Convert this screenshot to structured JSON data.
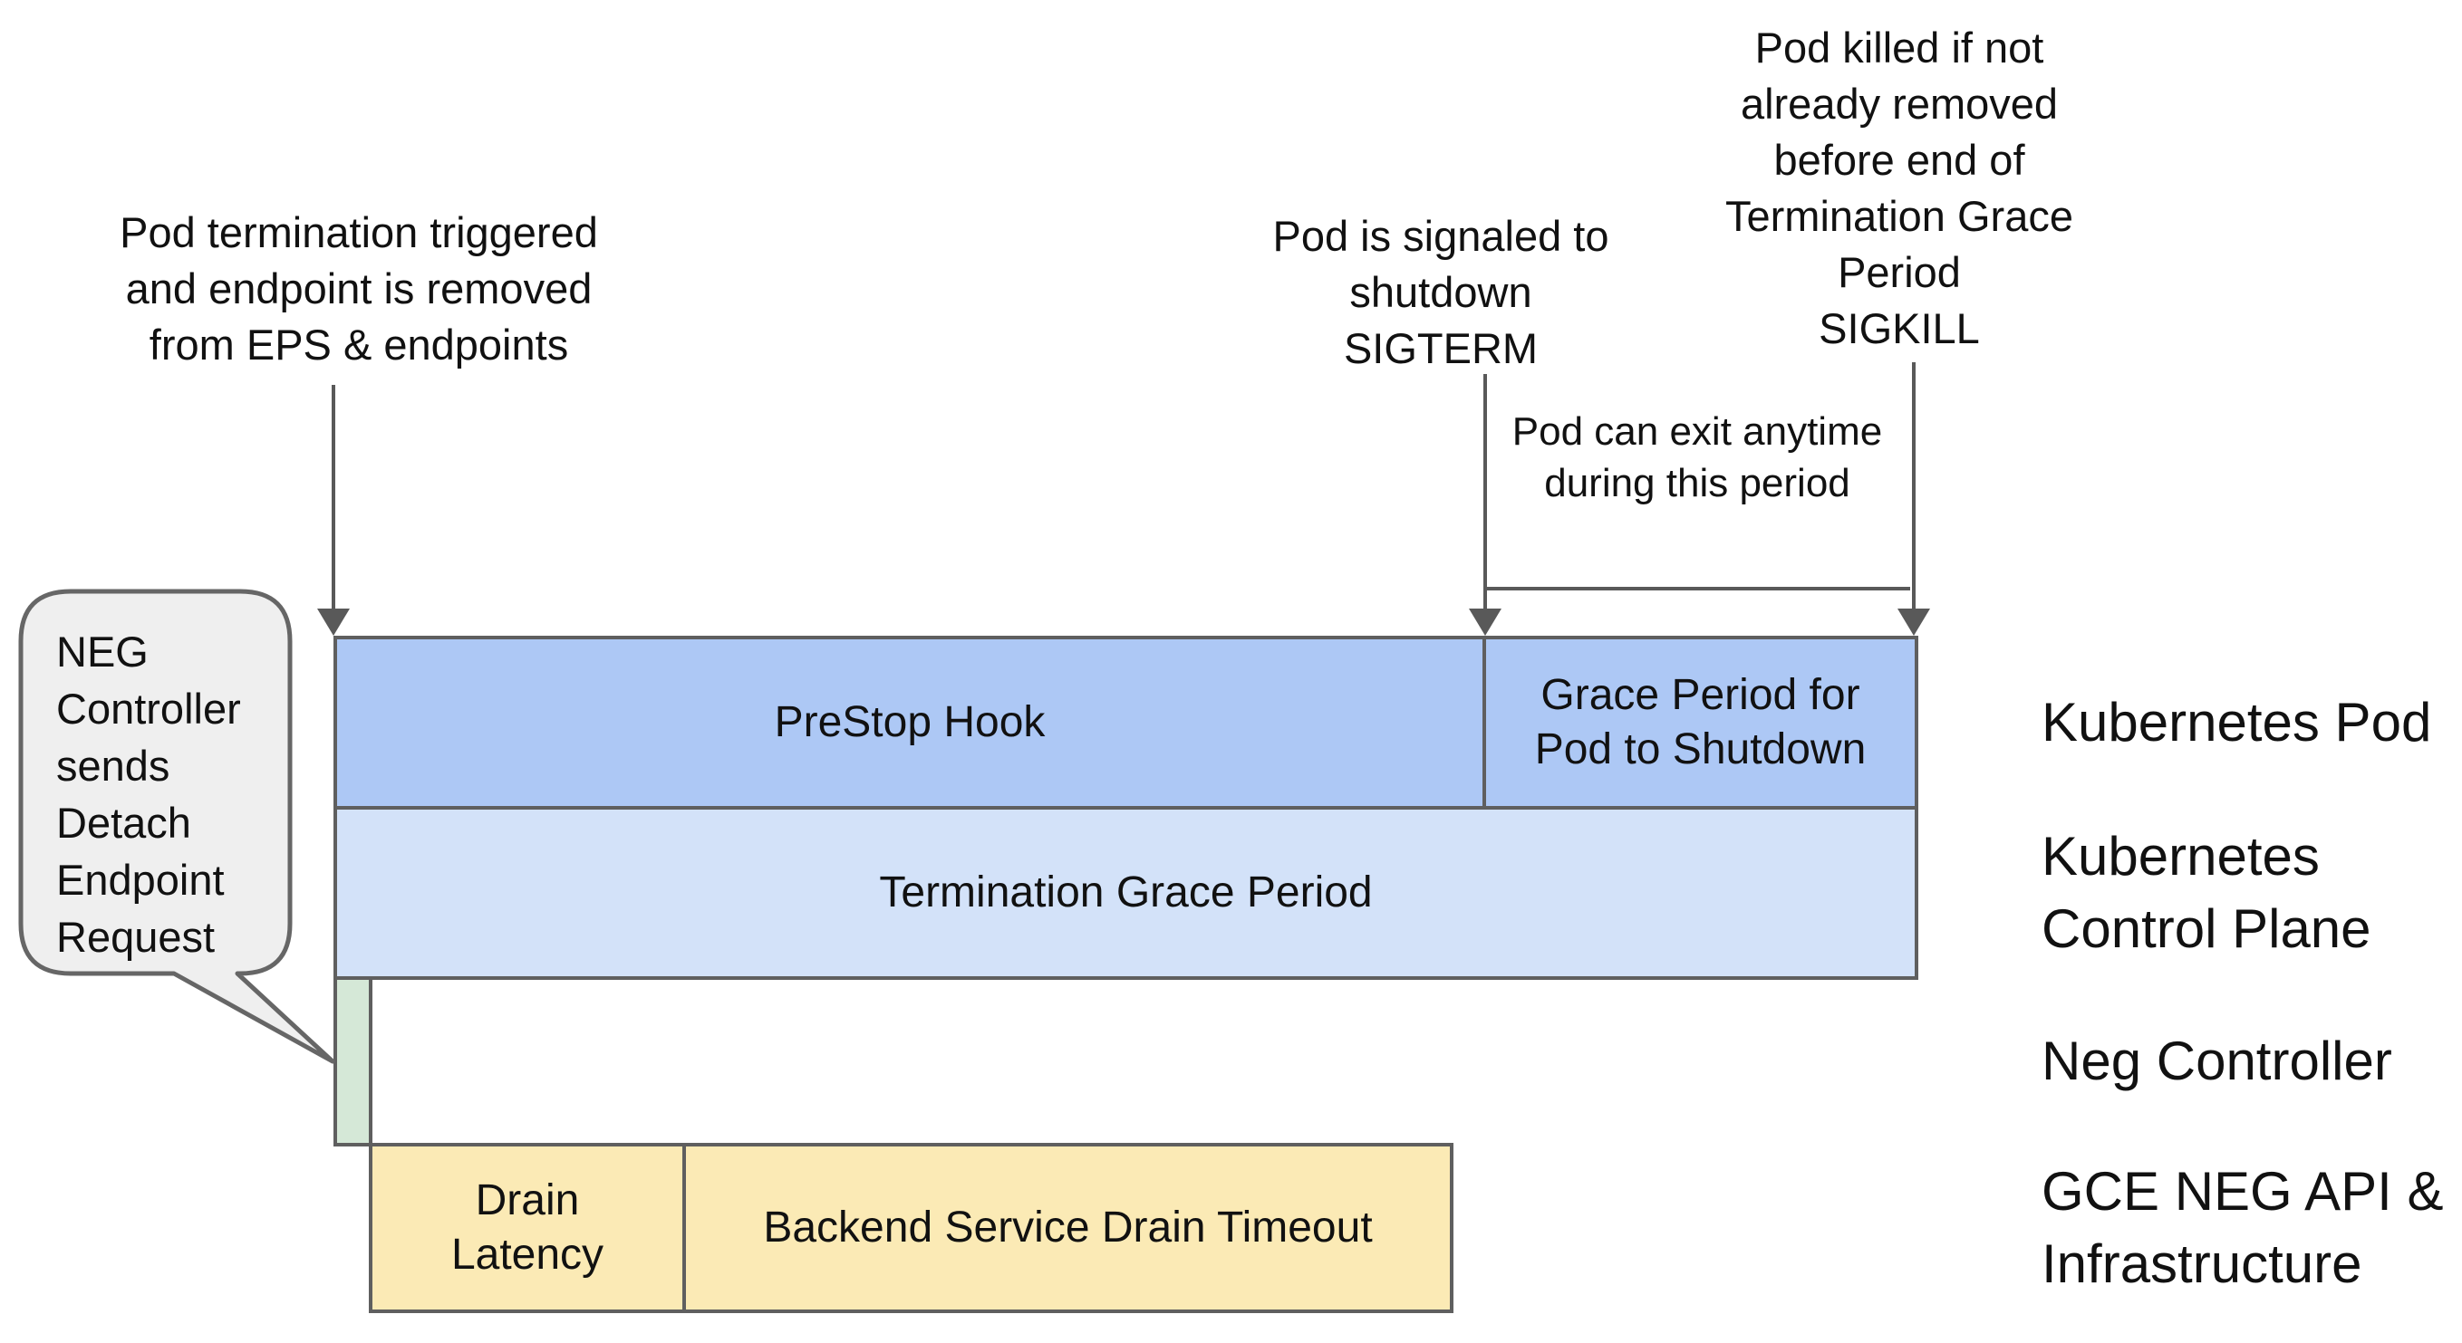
{
  "colors": {
    "bar_blue": "#adc8f5",
    "bar_light_blue": "#d3e2f9",
    "bar_green": "#d5e8d7",
    "bar_yellow": "#fbeab5",
    "border_gray": "#5f5f5f",
    "arrow_gray": "#595959",
    "bubble_fill": "#efefef",
    "bubble_border": "#666666",
    "text": "#111111",
    "background": "#ffffff"
  },
  "annotations": {
    "pod_termination": {
      "lines": [
        "Pod termination triggered",
        "and endpoint is removed",
        "from EPS & endpoints"
      ]
    },
    "sigterm": {
      "lines": [
        "Pod is signaled to",
        "shutdown",
        "SIGTERM"
      ]
    },
    "sigkill": {
      "lines": [
        "Pod killed if not",
        "already removed",
        "before end of",
        "Termination Grace",
        "Period",
        "SIGKILL"
      ]
    },
    "pod_can_exit": {
      "lines": [
        "Pod can exit anytime",
        "during this period"
      ]
    }
  },
  "speech_bubble": {
    "lines": [
      "NEG",
      "Controller",
      "sends",
      "Detach",
      "Endpoint",
      "Request"
    ]
  },
  "bars": {
    "prestop_hook": "PreStop Hook",
    "grace_period": {
      "lines": [
        "Grace Period for",
        "Pod to Shutdown"
      ]
    },
    "termination_grace_period": "Termination Grace Period",
    "drain_latency": {
      "lines": [
        "Drain",
        "Latency"
      ]
    },
    "backend_service_drain_timeout": "Backend Service Drain Timeout"
  },
  "row_labels": {
    "kubernetes_pod": "Kubernetes Pod",
    "kubernetes_control_plane": {
      "lines": [
        "Kubernetes",
        "Control Plane"
      ]
    },
    "neg_controller": "Neg Controller",
    "gce_neg_api": {
      "lines": [
        "GCE NEG API &",
        "Infrastructure"
      ]
    }
  }
}
